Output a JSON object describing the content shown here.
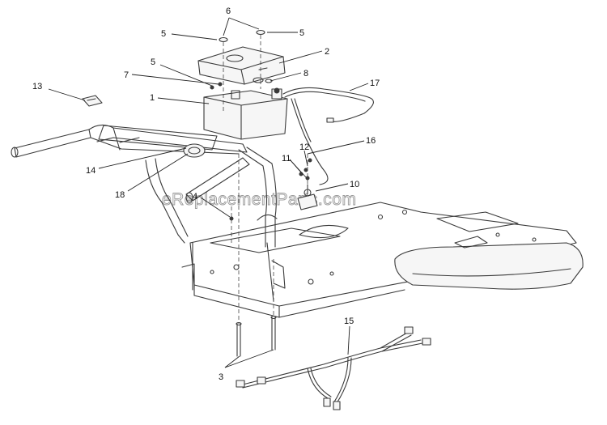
{
  "watermark": "eReplacementParts.com",
  "callouts": {
    "c1": "1",
    "c2": "2",
    "c3": "3",
    "c4": "4",
    "c5a": "5",
    "c5b": "5",
    "c5c": "5",
    "c6": "6",
    "c7": "7",
    "c8": "8",
    "c10": "10",
    "c11": "11",
    "c12": "12",
    "c13": "13",
    "c14": "14",
    "c15": "15",
    "c16": "16",
    "c17": "17",
    "c18": "18"
  },
  "colors": {
    "line": "#3a3a3a",
    "watermark": "#9a9a9a",
    "background": "#ffffff"
  }
}
